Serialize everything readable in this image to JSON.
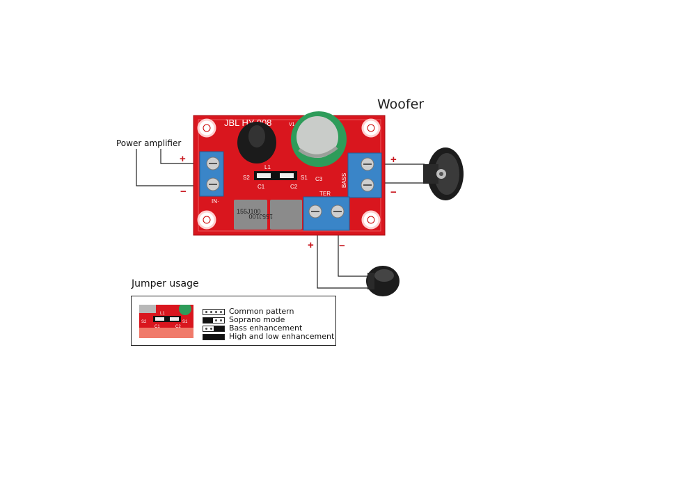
{
  "labels": {
    "woofer": "Woofer",
    "power_amplifier": "Power amplifier",
    "jumper_usage": "Jumper usage"
  },
  "board": {
    "model": "JBL HY-008",
    "version": "V1",
    "silk": {
      "s2": "S2",
      "s1": "S1",
      "l1": "L1",
      "c1": "C1",
      "c2": "C2",
      "c3": "C3",
      "bass": "BASS",
      "ter": "TER",
      "in": "IN·"
    },
    "capacitors": [
      "155J100",
      "155J100"
    ],
    "color": "#d9161e"
  },
  "polarity": {
    "plus": "+",
    "minus": "−"
  },
  "legend": {
    "rows": [
      "Common pattern",
      "Soprano mode",
      "Bass enhancement",
      "High and low enhancement"
    ]
  },
  "colors": {
    "terminal": "#3a85c8",
    "pcb": "#d9161e",
    "capacitor": "#2e9c5a"
  }
}
